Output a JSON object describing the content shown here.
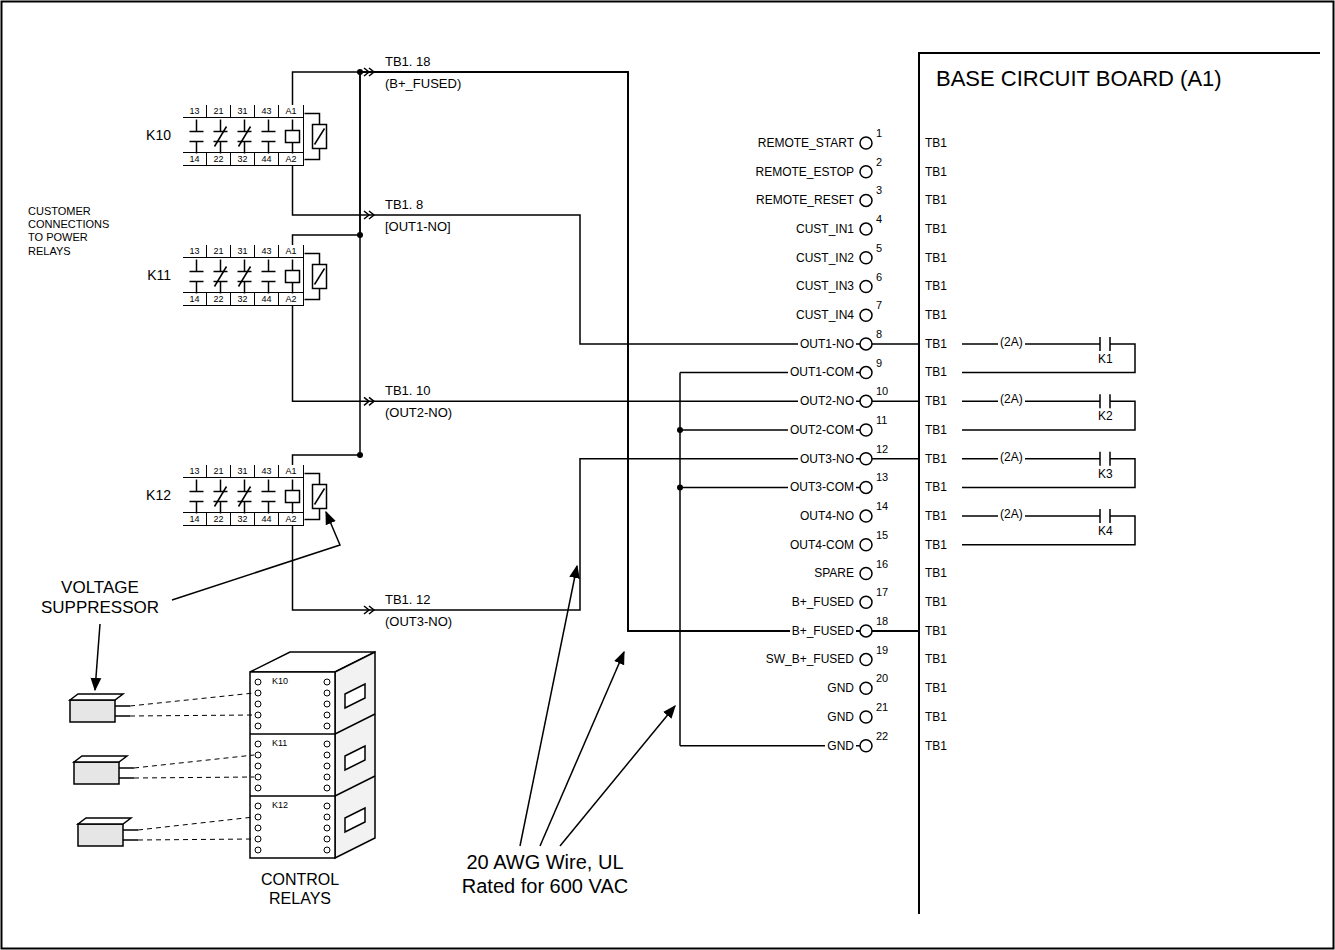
{
  "diagram": {
    "nodes": [
      {
        "text": [
          "K10",
          "13",
          "21",
          "31",
          "43",
          "A1",
          "14",
          "22",
          "32",
          "44",
          "A2"
        ]
      },
      {
        "text": [
          "K11",
          "13",
          "21",
          "31",
          "43",
          "A1",
          "14",
          "22",
          "32",
          "44",
          "A2"
        ]
      },
      {
        "text": [
          "K12",
          "13",
          "21",
          "31",
          "43",
          "A1",
          "14",
          "22",
          "32",
          "44",
          "A2"
        ]
      },
      {
        "text": [
          "BASE CIRCUIT BOARD (A1)"
        ]
      }
    ],
    "edges": [
      {
        "from": 0,
        "to": 3,
        "label": "TB1. 18",
        "arrow": "none"
      },
      {
        "from": 0,
        "to": 3,
        "label": "TB1. 8",
        "arrow": "none"
      },
      {
        "from": 1,
        "to": 3,
        "label": "TB1. 10",
        "arrow": "none"
      },
      {
        "from": 2,
        "to": 3,
        "label": "TB1. 12",
        "arrow": "none"
      },
      {
        "from": 1,
        "to": 3,
        "arrow": "none"
      },
      {
        "from": 2,
        "to": 3,
        "arrow": "none"
      }
    ],
    "labels": [
      "CUSTOMER CONNECTIONS TO POWER RELAYS",
      "(B+_FUSED)",
      "[OUT1-NO]",
      "(OUT2-NO)",
      "(OUT3-NO)",
      "VOLTAGE SUPPRESSOR",
      "CONTROL RELAYS",
      "K10",
      "K11",
      "K12",
      "20 AWG Wire, UL Rated for 600 VAC",
      "REMOTE_START",
      "1",
      "TB1",
      "REMOTE_ESTOP",
      "2",
      "TB1",
      "REMOTE_RESET",
      "3",
      "TB1",
      "CUST_IN1",
      "4",
      "TB1",
      "CUST_IN2",
      "5",
      "TB1",
      "CUST_IN3",
      "6",
      "TB1",
      "CUST_IN4",
      "7",
      "TB1",
      "OUT1-NO",
      "8",
      "TB1",
      "OUT1-COM",
      "9",
      "TB1",
      "OUT2-NO",
      "10",
      "TB1",
      "OUT2-COM",
      "11",
      "TB1",
      "OUT3-NO",
      "12",
      "TB1",
      "OUT3-COM",
      "13",
      "TB1",
      "OUT4-NO",
      "14",
      "TB1",
      "OUT4-COM",
      "15",
      "TB1",
      "SPARE",
      "16",
      "TB1",
      "B+_FUSED",
      "17",
      "TB1",
      "B+_FUSED",
      "18",
      "TB1",
      "SW_B+_FUSED",
      "19",
      "TB1",
      "GND",
      "20",
      "TB1",
      "GND",
      "21",
      "TB1",
      "GND",
      "22",
      "TB1",
      "(2A)",
      "K1",
      "(2A)",
      "K2",
      "(2A)",
      "K3",
      "(2A)",
      "K4"
    ]
  }
}
